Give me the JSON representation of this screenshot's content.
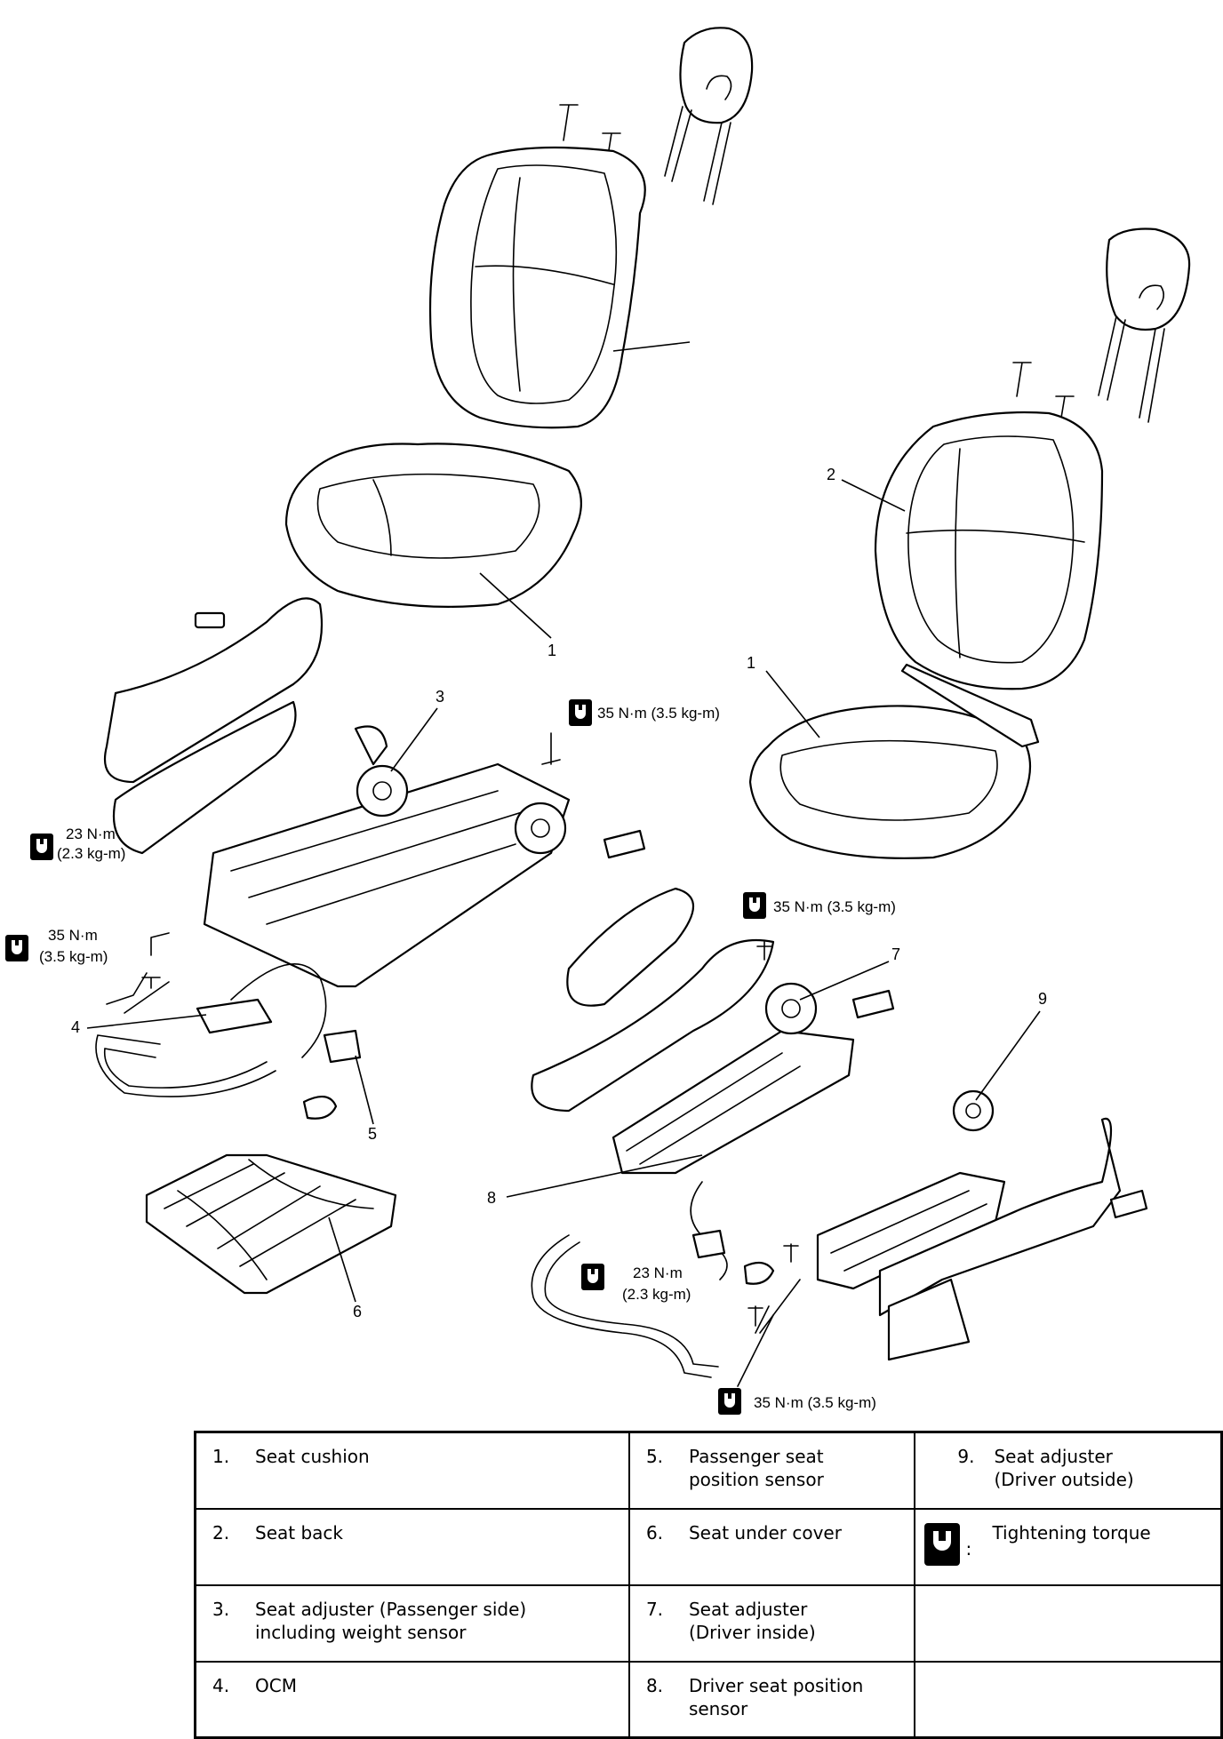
{
  "callouts": {
    "c1a": "1",
    "c1b": "1",
    "c2": "2",
    "c3": "3",
    "c4": "4",
    "c5": "5",
    "c6": "6",
    "c7": "7",
    "c8": "8",
    "c9": "9"
  },
  "torque_labels": {
    "t1": "35 N·m (3.5 kg-m)",
    "t2a": "23 N·m",
    "t2b": "(2.3 kg-m)",
    "t3a": "35 N·m",
    "t3b": "(3.5 kg-m)",
    "t4": "35 N·m (3.5 kg-m)",
    "t5a": "23 N·m",
    "t5b": "(2.3 kg-m)",
    "t6": "35 N·m (3.5 kg-m)"
  },
  "legend": {
    "r1": {
      "n1": "1.",
      "t1": "Seat cushion",
      "n2": "5.",
      "t2": "Passenger seat\nposition sensor",
      "n3": "9.",
      "t3": "Seat adjuster\n(Driver outside)"
    },
    "r2": {
      "n1": "2.",
      "t1": "Seat back",
      "n2": "6.",
      "t2": "Seat under cover",
      "sym": ":",
      "t3": "Tightening torque"
    },
    "r3": {
      "n1": "3.",
      "t1": "Seat adjuster (Passenger side)\nincluding weight sensor",
      "n2": "7.",
      "t2": "Seat adjuster\n(Driver inside)"
    },
    "r4": {
      "n1": "4.",
      "t1": "OCM",
      "n2": "8.",
      "t2": "Driver seat position\nsensor"
    }
  },
  "icons": {
    "torque": "torque-wrench-icon"
  }
}
